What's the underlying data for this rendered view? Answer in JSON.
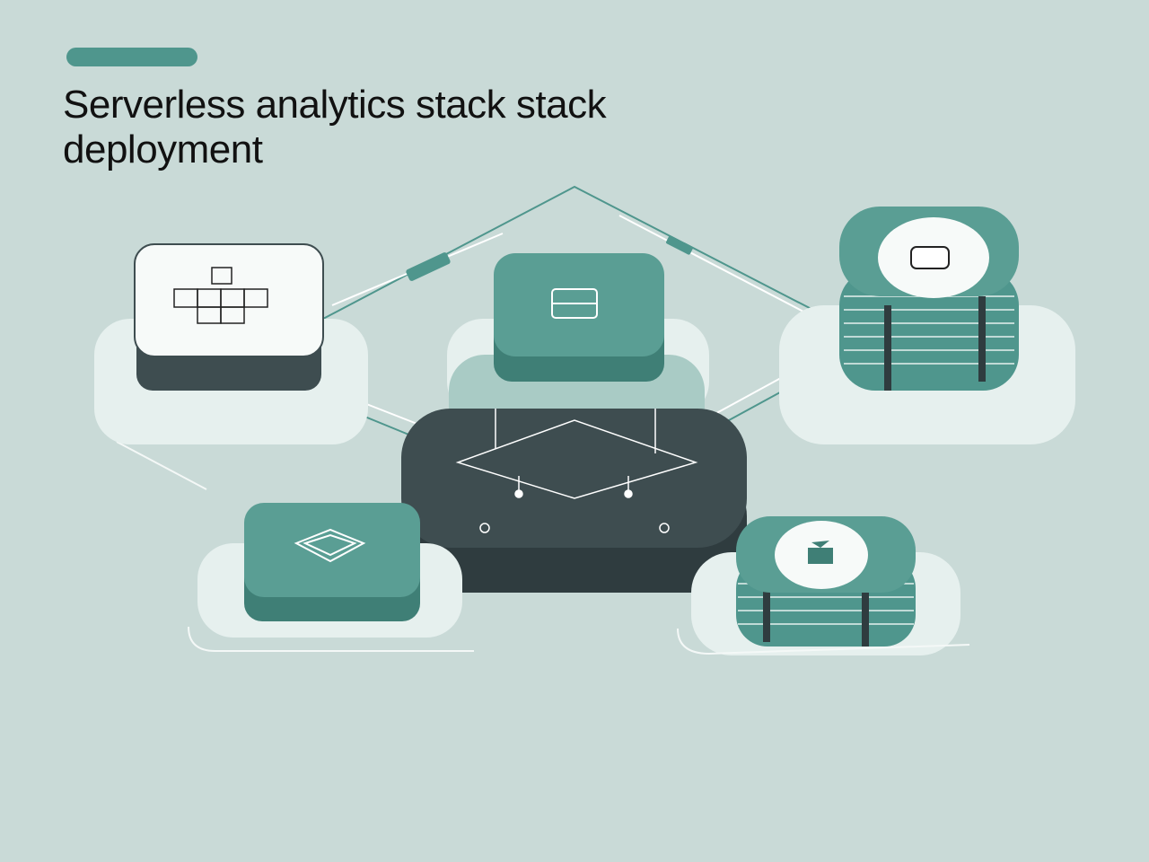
{
  "header": {
    "title": "Serverless analytics stack stack deployment"
  },
  "colors": {
    "background": "#c9dad7",
    "accent": "#4f968d",
    "teal_block": "#5a9e94",
    "dark_block": "#3e4d50",
    "plate": "#e6f0ee"
  },
  "diagram": {
    "nodes": [
      {
        "id": "grid-module",
        "icon": "grid-icon"
      },
      {
        "id": "function-module",
        "icon": "box-icon"
      },
      {
        "id": "central-hub",
        "icon": "circuit-icon"
      },
      {
        "id": "database-top",
        "icon": "disk-icon"
      },
      {
        "id": "storage-module",
        "icon": "box-icon"
      },
      {
        "id": "database-bottom",
        "icon": "package-icon"
      }
    ]
  }
}
